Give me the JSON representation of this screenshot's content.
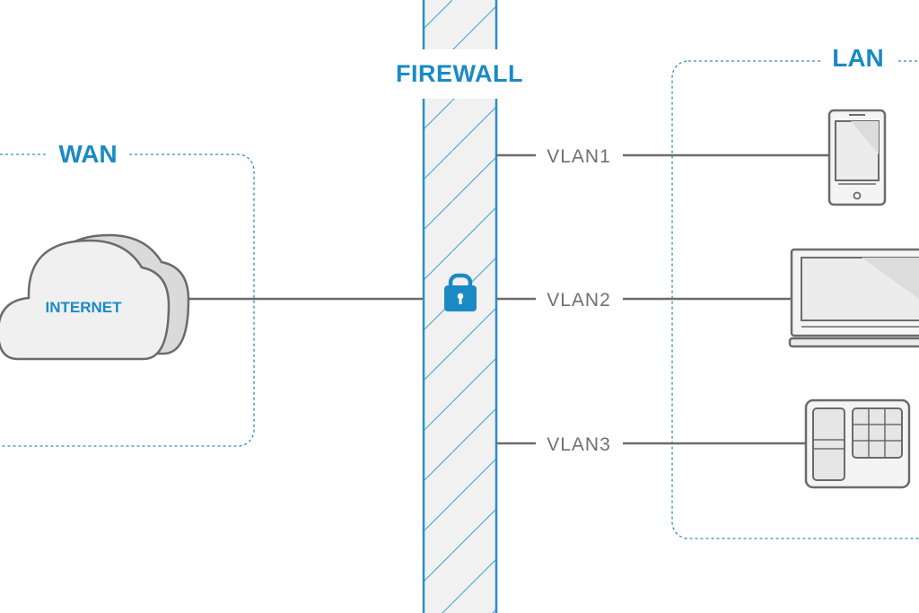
{
  "diagram": {
    "wan_label": "WAN",
    "lan_label": "LAN",
    "firewall_label": "FIREWALL",
    "internet_label": "INTERNET",
    "vlans": [
      {
        "label": "VLAN1",
        "device": "smartphone-icon"
      },
      {
        "label": "VLAN2",
        "device": "laptop-icon"
      },
      {
        "label": "VLAN3",
        "device": "keypad-terminal-icon"
      }
    ],
    "colors": {
      "accent": "#1a8ac4",
      "line": "#6b6b6b",
      "device_fill": "#eeeeee",
      "firewall_fill": "#f1f1f1"
    },
    "icons": {
      "lock": "lock-icon",
      "cloud": "cloud-icon"
    }
  }
}
